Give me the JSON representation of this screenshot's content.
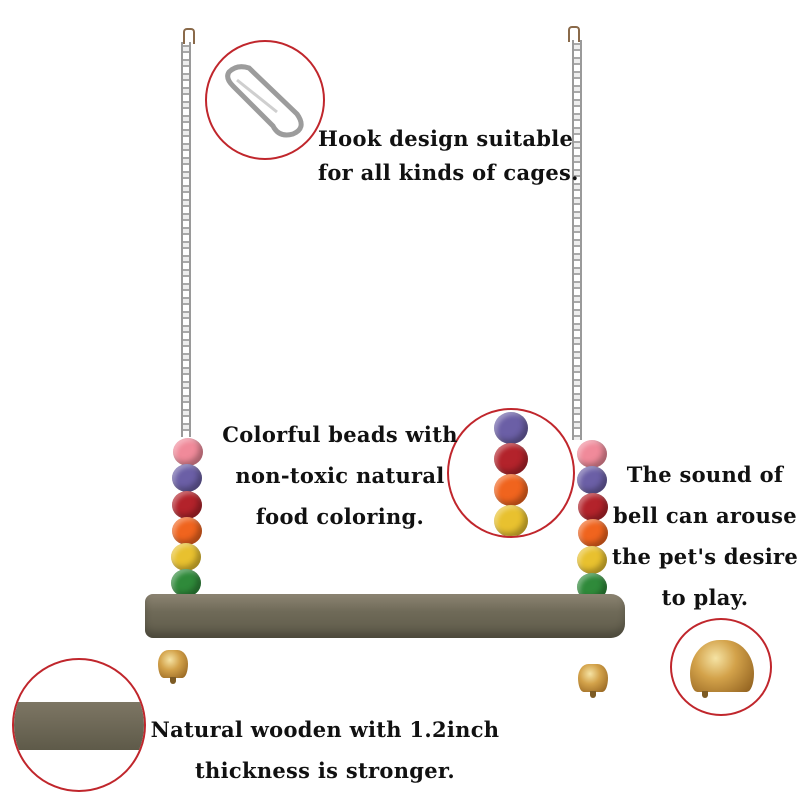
{
  "product": "Bird swing perch with chains, colorful beads and bells",
  "callouts": {
    "hook": {
      "line1": "Hook design suitable",
      "line2": "for all kinds of cages."
    },
    "beads": {
      "line1": "Colorful beads with",
      "line2": "non-toxic natural",
      "line3": "food coloring."
    },
    "bell": {
      "line1": "The sound of",
      "line2": "bell can arouse",
      "line3": "the pet's desire",
      "line4": "to play."
    },
    "wood": {
      "line1": "Natural wooden with 1.2inch",
      "line2": "thickness is stronger."
    }
  },
  "bead_colors": [
    "#f08a9a",
    "#6b5fa6",
    "#b3232b",
    "#f0641e",
    "#e8c12f",
    "#2f8a3a"
  ],
  "accent_ring_color": "#c0262c"
}
